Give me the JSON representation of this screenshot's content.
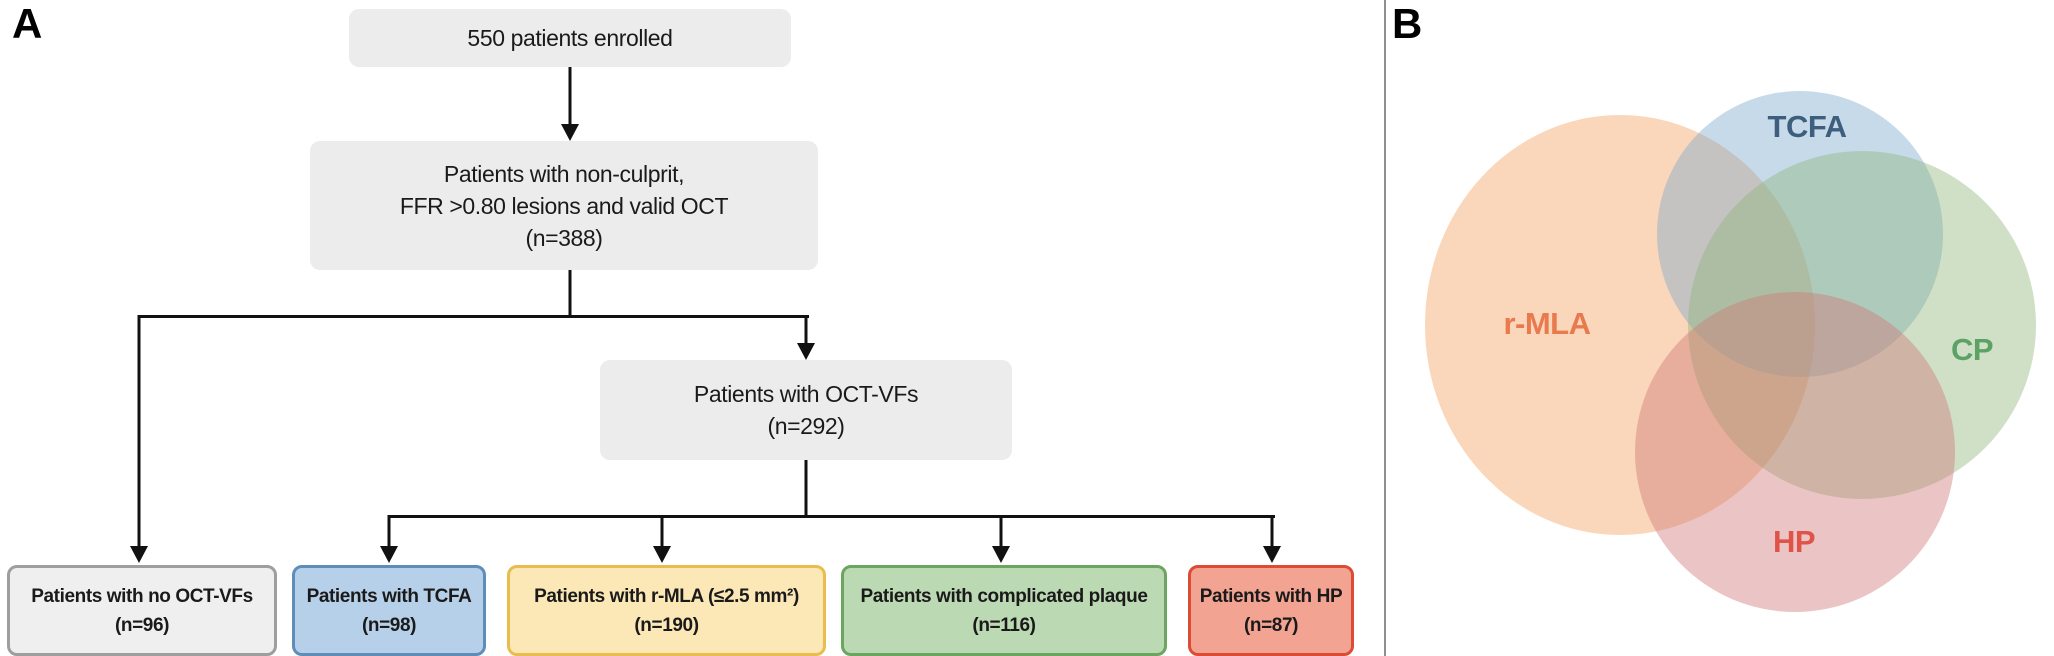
{
  "figure": {
    "panel_a_label": "A",
    "panel_b_label": "B"
  },
  "flowchart": {
    "box_enrolled": {
      "text": "550 patients enrolled"
    },
    "box_nonculprit": {
      "line1": "Patients with non-culprit,",
      "line2": "FFR >0.80 lesions and valid OCT",
      "line3": "(n=388)"
    },
    "box_octvf": {
      "line1": "Patients with OCT-VFs",
      "line2": "(n=292)"
    },
    "bottom_boxes": [
      {
        "id": "no-octvf",
        "line1": "Patients with no OCT-VFs",
        "line2": "(n=96)",
        "fill": "#EFEFEF",
        "border": "#9E9E9E"
      },
      {
        "id": "tcfa",
        "line1": "Patients with TCFA",
        "line2": "(n=98)",
        "fill": "#B7D0E9",
        "border": "#5E8DB8"
      },
      {
        "id": "rmla",
        "line1": "Patients with r-MLA (≤2.5 mm²)",
        "line2": "(n=190)",
        "fill": "#FBE8B6",
        "border": "#E9BC4F"
      },
      {
        "id": "complicated-plaque",
        "line1": "Patients with complicated plaque",
        "line2": "(n=116)",
        "fill": "#BBD9B3",
        "border": "#6BA55F"
      },
      {
        "id": "hp",
        "line1": "Patients with HP",
        "line2": "(n=87)",
        "fill": "#F3A392",
        "border": "#DC4B33"
      }
    ]
  },
  "venn": {
    "sets": [
      {
        "label": "r-MLA",
        "fill": "#F2A05C",
        "label_color": "#E87A4E"
      },
      {
        "label": "TCFA",
        "fill": "#7AA7CD",
        "label_color": "#3E5E7E"
      },
      {
        "label": "CP",
        "fill": "#8CB67A",
        "label_color": "#5CA265"
      },
      {
        "label": "HP",
        "fill": "#CF7575",
        "label_color": "#E05348"
      }
    ]
  }
}
